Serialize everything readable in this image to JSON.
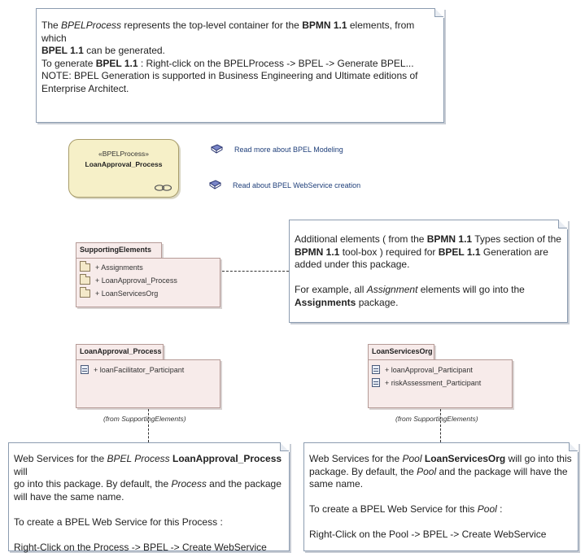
{
  "note_top": {
    "lines": [
      [
        {
          "t": "The "
        },
        {
          "t": "BPELProcess",
          "i": true
        },
        {
          "t": " represents the top-level container for the "
        },
        {
          "t": "BPMN 1.1",
          "b": true
        },
        {
          "t": " elements, from which"
        }
      ],
      [
        {
          "t": "BPEL 1.1",
          "b": true
        },
        {
          "t": " can be generated."
        }
      ],
      [
        {
          "t": "To generate "
        },
        {
          "t": "BPEL 1.1",
          "b": true
        },
        {
          "t": " : Right-click on the BPELProcess -> BPEL -> Generate BPEL..."
        }
      ],
      [
        {
          "t": "NOTE:  BPEL Generation is supported in Business Engineering and Ultimate editions of"
        }
      ],
      [
        {
          "t": "Enterprise Architect."
        }
      ]
    ]
  },
  "bpel_process": {
    "stereotype": "«BPELProcess»",
    "name": "LoanApproval_Process"
  },
  "links": [
    {
      "label": "Read more about BPEL Modeling"
    },
    {
      "label": "Read about BPEL WebService creation"
    }
  ],
  "supporting_elements": {
    "name": "SupportingElements",
    "items": [
      "+ Assignments",
      "+ LoanApproval_Process",
      "+ LoanServicesOrg"
    ]
  },
  "note_additional": {
    "lines": [
      [
        {
          "t": "Additional elements ( from the "
        },
        {
          "t": "BPMN 1.1",
          "b": true
        },
        {
          "t": " Types section of the"
        }
      ],
      [
        {
          "t": "BPMN 1.1",
          "b": true
        },
        {
          "t": " tool-box ) required for "
        },
        {
          "t": "BPEL 1.1",
          "b": true
        },
        {
          "t": " Generation are"
        }
      ],
      [
        {
          "t": "added under this package."
        }
      ],
      [
        {
          "t": " "
        }
      ],
      [
        {
          "t": "For example, all "
        },
        {
          "t": "Assignment",
          "i": true
        },
        {
          "t": " elements will go into the"
        }
      ],
      [
        {
          "t": "Assignments",
          "b": true
        },
        {
          "t": " package."
        }
      ]
    ]
  },
  "loanapproval_pkg": {
    "name": "LoanApproval_Process",
    "items": [
      "+ loanFacilitator_Participant"
    ],
    "from": "(from SupportingElements)"
  },
  "loanservices_pkg": {
    "name": "LoanServicesOrg",
    "items": [
      "+ loanApproval_Participant",
      "+ riskAssessment_Participant"
    ],
    "from": "(from SupportingElements)"
  },
  "note_left": {
    "lines": [
      [
        {
          "t": "Web Services for the "
        },
        {
          "t": "BPEL Process",
          "i": true
        },
        {
          "t": " "
        },
        {
          "t": "LoanApproval_Process",
          "b": true
        },
        {
          "t": " will"
        }
      ],
      [
        {
          "t": "go into this package. By default, the "
        },
        {
          "t": "Process",
          "i": true
        },
        {
          "t": " and the package"
        }
      ],
      [
        {
          "t": "will have the same name."
        }
      ],
      [
        {
          "t": " "
        }
      ],
      [
        {
          "t": "To create a BPEL Web Service for this Process :"
        }
      ],
      [
        {
          "t": " "
        }
      ],
      [
        {
          "t": "Right-Click on the Process -> BPEL -> Create WebService"
        }
      ]
    ]
  },
  "note_right": {
    "lines": [
      [
        {
          "t": "Web Services for the "
        },
        {
          "t": "Pool",
          "i": true
        },
        {
          "t": "  "
        },
        {
          "t": "LoanServicesOrg",
          "b": true
        },
        {
          "t": " will go into this"
        }
      ],
      [
        {
          "t": "package. By default, the "
        },
        {
          "t": "Pool",
          "i": true
        },
        {
          "t": " and the package will have the"
        }
      ],
      [
        {
          "t": "same name."
        }
      ],
      [
        {
          "t": " "
        }
      ],
      [
        {
          "t": "To create a BPEL Web Service for this "
        },
        {
          "t": "Pool",
          "i": true
        },
        {
          "t": " :"
        }
      ],
      [
        {
          "t": " "
        }
      ],
      [
        {
          "t": "Right-Click on the Pool -> BPEL -> Create WebService"
        }
      ]
    ]
  }
}
